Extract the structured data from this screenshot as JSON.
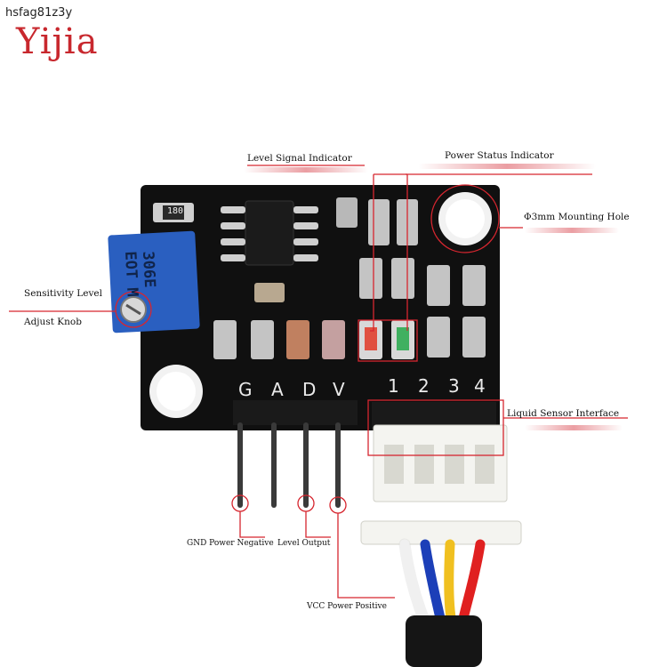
{
  "watermark": "hsfag81z3y",
  "brand": "Yijia",
  "annotations": {
    "level_signal_indicator": "Level Signal Indicator",
    "power_status_indicator": "Power Status Indicator",
    "mounting_hole": "Φ3mm Mounting Hole",
    "sensitivity_line1": "Sensitivity Level",
    "sensitivity_line2": "Adjust Knob",
    "liquid_sensor_interface": "Liquid Sensor Interface",
    "gnd_power_negative": "GND Power Negative",
    "level_output": "Level Output",
    "vcc_power_positive": "VCC Power Positive"
  },
  "board": {
    "pin_labels": [
      "G",
      "A",
      "D",
      "V"
    ],
    "connector_numbers": [
      "1",
      "2",
      "3",
      "4"
    ],
    "pot_marking": "306E",
    "pot_marking2": "EOT M",
    "resistor_code": "180"
  },
  "colors": {
    "annotation_red": "#d6262f",
    "board": "#101010",
    "pot_blue": "#2a5fc0",
    "wires": [
      "#ffffff",
      "#1c3fb8",
      "#f0c020",
      "#e02020"
    ]
  }
}
